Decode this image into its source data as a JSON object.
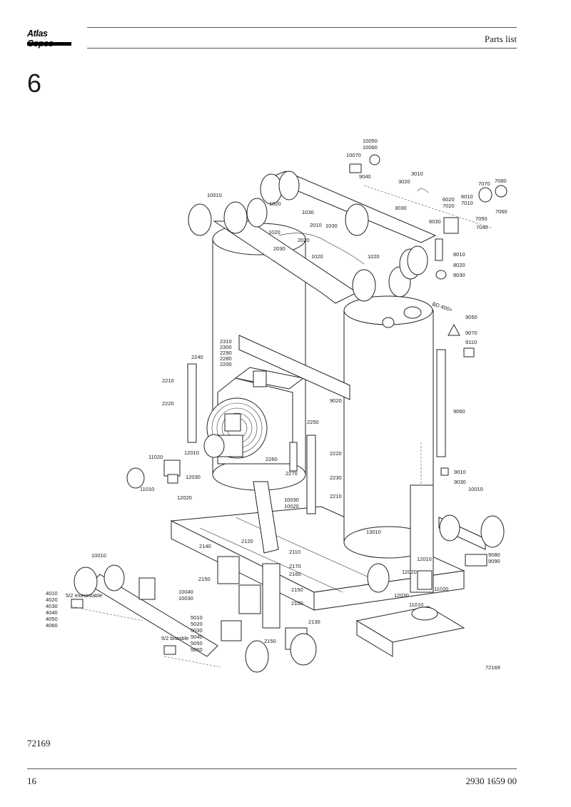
{
  "header": {
    "logo_text": "Atlas Copco",
    "title": "Parts list"
  },
  "section": {
    "number": "6"
  },
  "drawing": {
    "drawing_number": "72169",
    "callouts": [
      {
        "id": "c10050",
        "text": "10050"
      },
      {
        "id": "c10060",
        "text": "10060"
      },
      {
        "id": "c10070",
        "text": "10070"
      },
      {
        "id": "c9040",
        "text": "9040"
      },
      {
        "id": "c3010",
        "text": "3010"
      },
      {
        "id": "c3020",
        "text": "3020"
      },
      {
        "id": "c3030",
        "text": "3030"
      },
      {
        "id": "c7070",
        "text": "7070"
      },
      {
        "id": "c7080",
        "text": "7080"
      },
      {
        "id": "c6020",
        "text": "6020"
      },
      {
        "id": "c7020",
        "text": "7020"
      },
      {
        "id": "c6010",
        "text": "6010"
      },
      {
        "id": "c7010",
        "text": "7010"
      },
      {
        "id": "c7060",
        "text": "7060"
      },
      {
        "id": "c7050",
        "text": "7050"
      },
      {
        "id": "c7040",
        "text": "7040"
      },
      {
        "id": "c6030",
        "text": "6030"
      },
      {
        "id": "c10010a",
        "text": "10010"
      },
      {
        "id": "c1030a",
        "text": "1030"
      },
      {
        "id": "c1030b",
        "text": "1030"
      },
      {
        "id": "c1020a",
        "text": "1020"
      },
      {
        "id": "c1020b",
        "text": "1020"
      },
      {
        "id": "c1020c",
        "text": "1020"
      },
      {
        "id": "c1020d",
        "text": "1020"
      },
      {
        "id": "c2010",
        "text": "2010"
      },
      {
        "id": "c2020",
        "text": "2020"
      },
      {
        "id": "c2030",
        "text": "2030"
      },
      {
        "id": "c8010",
        "text": "8010"
      },
      {
        "id": "c8020",
        "text": "8020"
      },
      {
        "id": "c8030",
        "text": "8030"
      },
      {
        "id": "c9050",
        "text": "9050"
      },
      {
        "id": "c9070",
        "text": "9070"
      },
      {
        "id": "c9110",
        "text": "9110"
      },
      {
        "id": "c2310",
        "text": "2310"
      },
      {
        "id": "c2300",
        "text": "2300"
      },
      {
        "id": "c2290",
        "text": "2290"
      },
      {
        "id": "c2280",
        "text": "2280"
      },
      {
        "id": "c2200",
        "text": "2200"
      },
      {
        "id": "c2240",
        "text": "2240"
      },
      {
        "id": "c2210a",
        "text": "2210"
      },
      {
        "id": "c2220a",
        "text": "2220"
      },
      {
        "id": "c9020",
        "text": "9020"
      },
      {
        "id": "c9060",
        "text": "9060"
      },
      {
        "id": "c2250",
        "text": "2250"
      },
      {
        "id": "c2220b",
        "text": "2220"
      },
      {
        "id": "c2230",
        "text": "2230"
      },
      {
        "id": "c2260",
        "text": "2260"
      },
      {
        "id": "c2270",
        "text": "2270"
      },
      {
        "id": "c2210b",
        "text": "2210"
      },
      {
        "id": "c11020a",
        "text": "11020"
      },
      {
        "id": "c12010a",
        "text": "12010"
      },
      {
        "id": "c12030a",
        "text": "12030"
      },
      {
        "id": "c11010a",
        "text": "11010"
      },
      {
        "id": "c12020a",
        "text": "12020"
      },
      {
        "id": "c9010",
        "text": "9010"
      },
      {
        "id": "c9030",
        "text": "9030"
      },
      {
        "id": "c10010b",
        "text": "10010"
      },
      {
        "id": "c10030a",
        "text": "10030"
      },
      {
        "id": "c10020",
        "text": "10020"
      },
      {
        "id": "c13010",
        "text": "13010"
      },
      {
        "id": "c2120",
        "text": "2120"
      },
      {
        "id": "c2140",
        "text": "2140"
      },
      {
        "id": "c2110",
        "text": "2110"
      },
      {
        "id": "c2170",
        "text": "2170"
      },
      {
        "id": "c2160",
        "text": "2160"
      },
      {
        "id": "c2150a",
        "text": "2150"
      },
      {
        "id": "c2150b",
        "text": "2150"
      },
      {
        "id": "c2150c",
        "text": "2150"
      },
      {
        "id": "c2100",
        "text": "2100"
      },
      {
        "id": "c2130",
        "text": "2130"
      },
      {
        "id": "c10010c",
        "text": "10010"
      },
      {
        "id": "c9080",
        "text": "9080"
      },
      {
        "id": "c9090",
        "text": "9090"
      },
      {
        "id": "c12010b",
        "text": "12010"
      },
      {
        "id": "c12020b",
        "text": "12020"
      },
      {
        "id": "c12030b",
        "text": "12030"
      },
      {
        "id": "c11020b",
        "text": "11020"
      },
      {
        "id": "c11010b",
        "text": "11010"
      },
      {
        "id": "c10040",
        "text": "10040"
      },
      {
        "id": "c10030b",
        "text": "10030"
      },
      {
        "id": "c4010",
        "text": "4010"
      },
      {
        "id": "c4020",
        "text": "4020"
      },
      {
        "id": "c4030",
        "text": "4030"
      },
      {
        "id": "c4040",
        "text": "4040"
      },
      {
        "id": "c4050",
        "text": "4050"
      },
      {
        "id": "c4060",
        "text": "4060"
      },
      {
        "id": "cmono",
        "text": "5/2 monostable"
      },
      {
        "id": "c5010",
        "text": "5010"
      },
      {
        "id": "c5020",
        "text": "5020"
      },
      {
        "id": "c5030",
        "text": "5030"
      },
      {
        "id": "c5040",
        "text": "5040"
      },
      {
        "id": "c5050",
        "text": "5050"
      },
      {
        "id": "c5060",
        "text": "5060"
      },
      {
        "id": "cbist",
        "text": "5/2 bistable"
      },
      {
        "id": "cbd",
        "text": "BD 400+"
      }
    ]
  },
  "caption": "72169",
  "footer": {
    "page_number": "16",
    "doc_number": "2930 1659 00"
  }
}
